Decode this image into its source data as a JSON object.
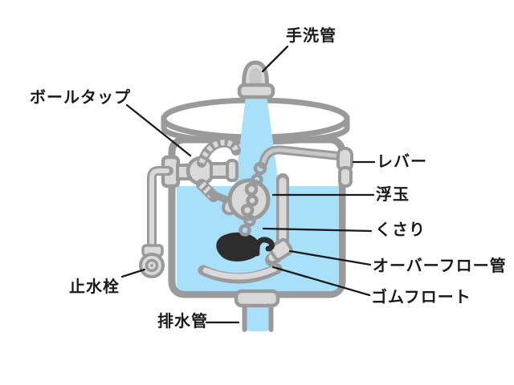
{
  "diagram": {
    "labels": {
      "hand_wash_pipe": "手洗管",
      "ball_tap": "ボールタップ",
      "lever": "レバー",
      "float_ball": "浮玉",
      "chain": "くさり",
      "overflow_pipe": "オーバーフロー管",
      "rubber_float": "ゴムフロート",
      "stop_valve": "止水栓",
      "drain_pipe": "排水管"
    }
  },
  "colors": {
    "water": "#a8e0fa",
    "outline": "#9a9a9a",
    "metal": "#d9d9d9",
    "metal_dark": "#c7c7c7",
    "rubber": "#2d2d2d",
    "leader_line": "#1a1a1a",
    "label_text": "#1a1a1a",
    "background": "#ffffff"
  }
}
